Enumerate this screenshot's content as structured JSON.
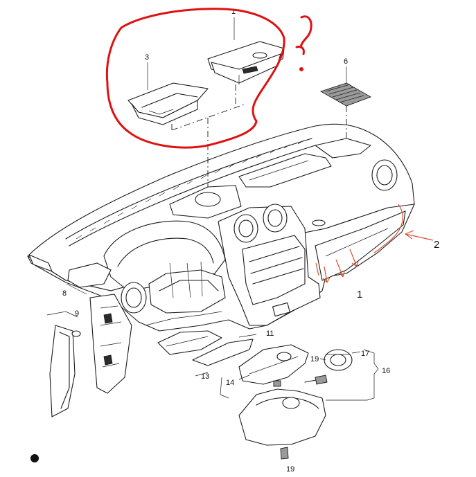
{
  "callouts": {
    "c1": "1",
    "c2": "2",
    "c3": "3",
    "c6": "6",
    "c8": "8",
    "c9": "9",
    "c11": "11",
    "c13": "13",
    "c14": "14",
    "c16": "16",
    "c17": "17",
    "c19a": "19",
    "c19b": "19"
  },
  "annotations": {
    "question_mark": "?",
    "label_1": "1",
    "label_2": "2"
  },
  "colors": {
    "ink": "#1a1a1a",
    "red_marker": "#e01010",
    "orange_arrow": "#d8502c"
  }
}
